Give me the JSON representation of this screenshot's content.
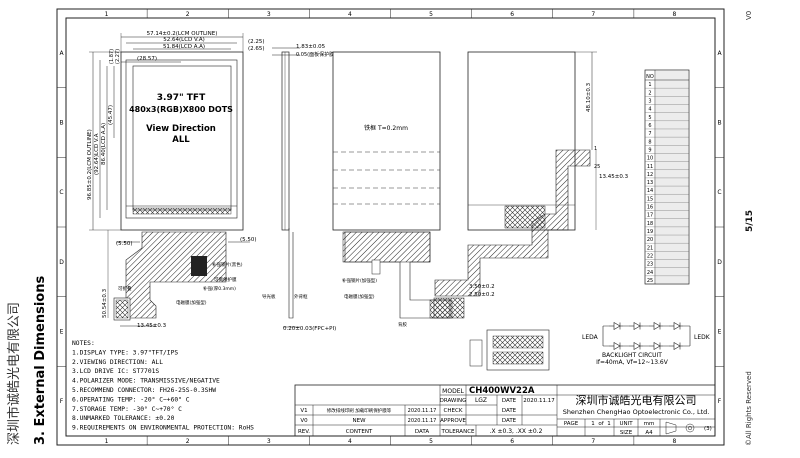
{
  "side": {
    "company_vertical": "深圳市诚皓光电有限公司",
    "section_title": "3. External Dimensions",
    "version": "V0",
    "page": "5/15",
    "rights": "©All Rights Reserved"
  },
  "frame": {
    "col_marks": [
      "1",
      "2",
      "3",
      "4",
      "5",
      "6",
      "7",
      "8"
    ],
    "row_marks": [
      "A",
      "B",
      "C",
      "D",
      "E",
      "F"
    ]
  },
  "front_view": {
    "dim_outline_w": "57.14±0.2(LCM OUTLINE)",
    "dim_va_w": "52.64(LCD V.A)",
    "dim_aa_w": "51.84(LCD A.A)",
    "dim_225": "(2.25)",
    "dim_265": "(2.65)",
    "dim_2857": "(28.57)",
    "dim_187": "(1.87)",
    "dim_227": "(2.27)",
    "dim_outline_h": "96.85±0.2(LCM OUTLINE)",
    "dim_va_h": "(92.64)LCD V.A",
    "dim_aa_h": "86.40(LCD A.A)",
    "dim_4547": "(45.47)",
    "dim_550_left": "(5.50)",
    "dim_550_right": "(5.50)",
    "dim_5054": "50.54±0.3",
    "dim_1345": "13.45±0.3",
    "title_line1": "3.97\" TFT",
    "title_line2": "480x3(RGB)X800 DOTS",
    "title_line3": "View Direction",
    "title_line4": "ALL",
    "fpc_note1": "补强钢片(黑色)",
    "fpc_note2": "可撕保护膜",
    "fpc_note3": "补强(厚0.3mm)",
    "fpc_note4": "可折叠",
    "fpc_note5": "电磁膜(加强型)"
  },
  "side_view": {
    "dim_183": "1.83±0.05",
    "dim_005": "0.05(面板保护膜)",
    "label_side": "导光板",
    "label_bottom": "外背框",
    "dim_020": "0.20±0.03(FPC+PI)"
  },
  "back_view": {
    "label": "铁框 T=0.2mm",
    "stiffener": "补强钢片(加强型)",
    "emi": "电磁膜(加强型)",
    "tag": "背胶"
  },
  "right_view": {
    "dim_4810": "48.10±0.3",
    "dim_1345": "13.45±0.3",
    "dim_350": "3.50±0.2",
    "dim_250": "2.50±0.2",
    "pin1": "1",
    "pin25": "25"
  },
  "pin_table": {
    "header": "NO",
    "rows": [
      "1",
      "2",
      "3",
      "4",
      "5",
      "6",
      "7",
      "8",
      "9",
      "10",
      "11",
      "12",
      "13",
      "14",
      "15",
      "16",
      "17",
      "18",
      "19",
      "20",
      "21",
      "22",
      "23",
      "24",
      "25"
    ]
  },
  "backlight": {
    "leda": "LEDA",
    "ledk": "LEDK",
    "title": "BACKLIGHT CIRCUIT",
    "spec": "If=40mA, Vf=12~13.6V"
  },
  "notes": [
    "NOTES:",
    "1.DISPLAY TYPE:  3.97\"TFT/IPS",
    "2.VIEWING DIRECTION: ALL",
    "3.LCD DRIVE IC: ST7701S",
    "4.POLARIZER MODE: TRANSMISSIVE/NEGATIVE",
    "5.RECOMMEND CONNECTOR: FH26-25S-0.3SHW",
    "6.OPERATING TEMP: -20° C~+60° C",
    "7.STORAGE TEMP: -30° C~+70° C",
    "8.UNMARKED TOLERANCE: ±0.20",
    "9.REQUIREMENTS ON ENVIRONMENTAL PROTECTION: RoHS"
  ],
  "title_block": {
    "model_label": "MODEL",
    "model": "CH400WV22A",
    "drawing_label": "DRAWING",
    "drawing": "LGZ",
    "drawing_date": "2020.11.17",
    "check_label": "CHECK",
    "approve_label": "APPROVE",
    "date_label": "DATE",
    "tolerance_label": "TOLERANCE",
    "tolerance": ".X ±0.3, .XX ±0.2",
    "company_cn": "深圳市诚皓光电有限公司",
    "company_en": "Shenzhen ChengHao Optoelectronic Co., Ltd.",
    "page_label": "PAGE",
    "page_val": "1",
    "of_label": "of",
    "of_val": "1",
    "unit_label": "UNIT",
    "unit": "mm",
    "size_label": "SIZE",
    "size": "A4",
    "projection": "(3)"
  },
  "revisions": {
    "rows": [
      {
        "rev": "V1",
        "content": "修改排线印刷   加载印刷保护膜等",
        "date": "2020.11.17"
      },
      {
        "rev": "V0",
        "content": "NEW",
        "date": "2020.11.17"
      }
    ],
    "header_rev": "REV.",
    "header_content": "CONTENT",
    "header_date": "DATA"
  }
}
